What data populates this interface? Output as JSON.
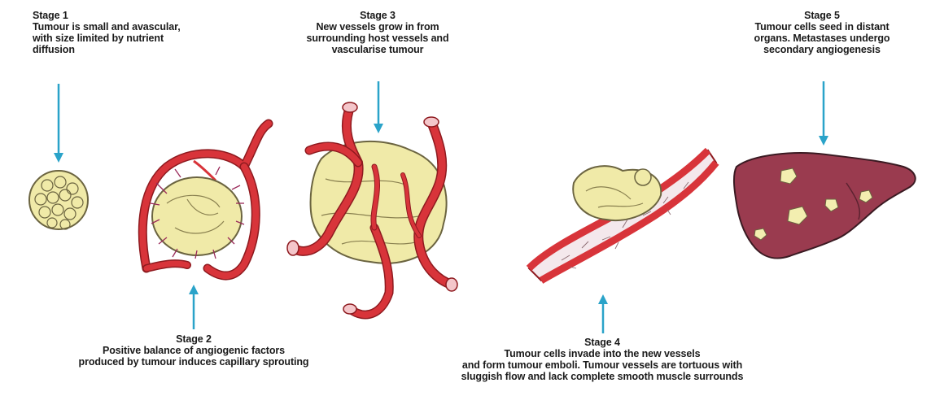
{
  "stages": [
    {
      "id": "stage-1",
      "title": "Stage 1",
      "lines": [
        "Tumour is small and avascular,",
        "with size limited by nutrient",
        "diffusion"
      ]
    },
    {
      "id": "stage-2",
      "title": "Stage 2",
      "lines": [
        "Positive balance of angiogenic factors",
        "produced by tumour induces capillary sprouting"
      ]
    },
    {
      "id": "stage-3",
      "title": "Stage 3",
      "lines": [
        "New vessels grow in from",
        "surrounding host vessels and",
        "vascularise tumour"
      ]
    },
    {
      "id": "stage-4",
      "title": "Stage 4",
      "lines": [
        "Tumour cells invade into the new vessels",
        "and form tumour emboli. Tumour vessels are tortuous with",
        "sluggish flow and lack complete smooth muscle surrounds"
      ]
    },
    {
      "id": "stage-5",
      "title": "Stage 5",
      "lines": [
        "Tumour cells seed in distant",
        "organs. Metastases undergo",
        "secondary angiogenesis"
      ]
    }
  ],
  "colors": {
    "arrow": "#2aa3c9",
    "vessel": "#d8343a",
    "vessel_dark": "#8e1a1f",
    "tumour": "#f0eaa8",
    "tumour_outline": "#6b6440",
    "liver": "#9a3b4f",
    "liver_outline": "#3a1a22",
    "metastasis": "#f3eeb0",
    "vessel_lumen": "#f4e8ec"
  },
  "icons": [
    "down-arrow-icon",
    "up-arrow-icon"
  ]
}
